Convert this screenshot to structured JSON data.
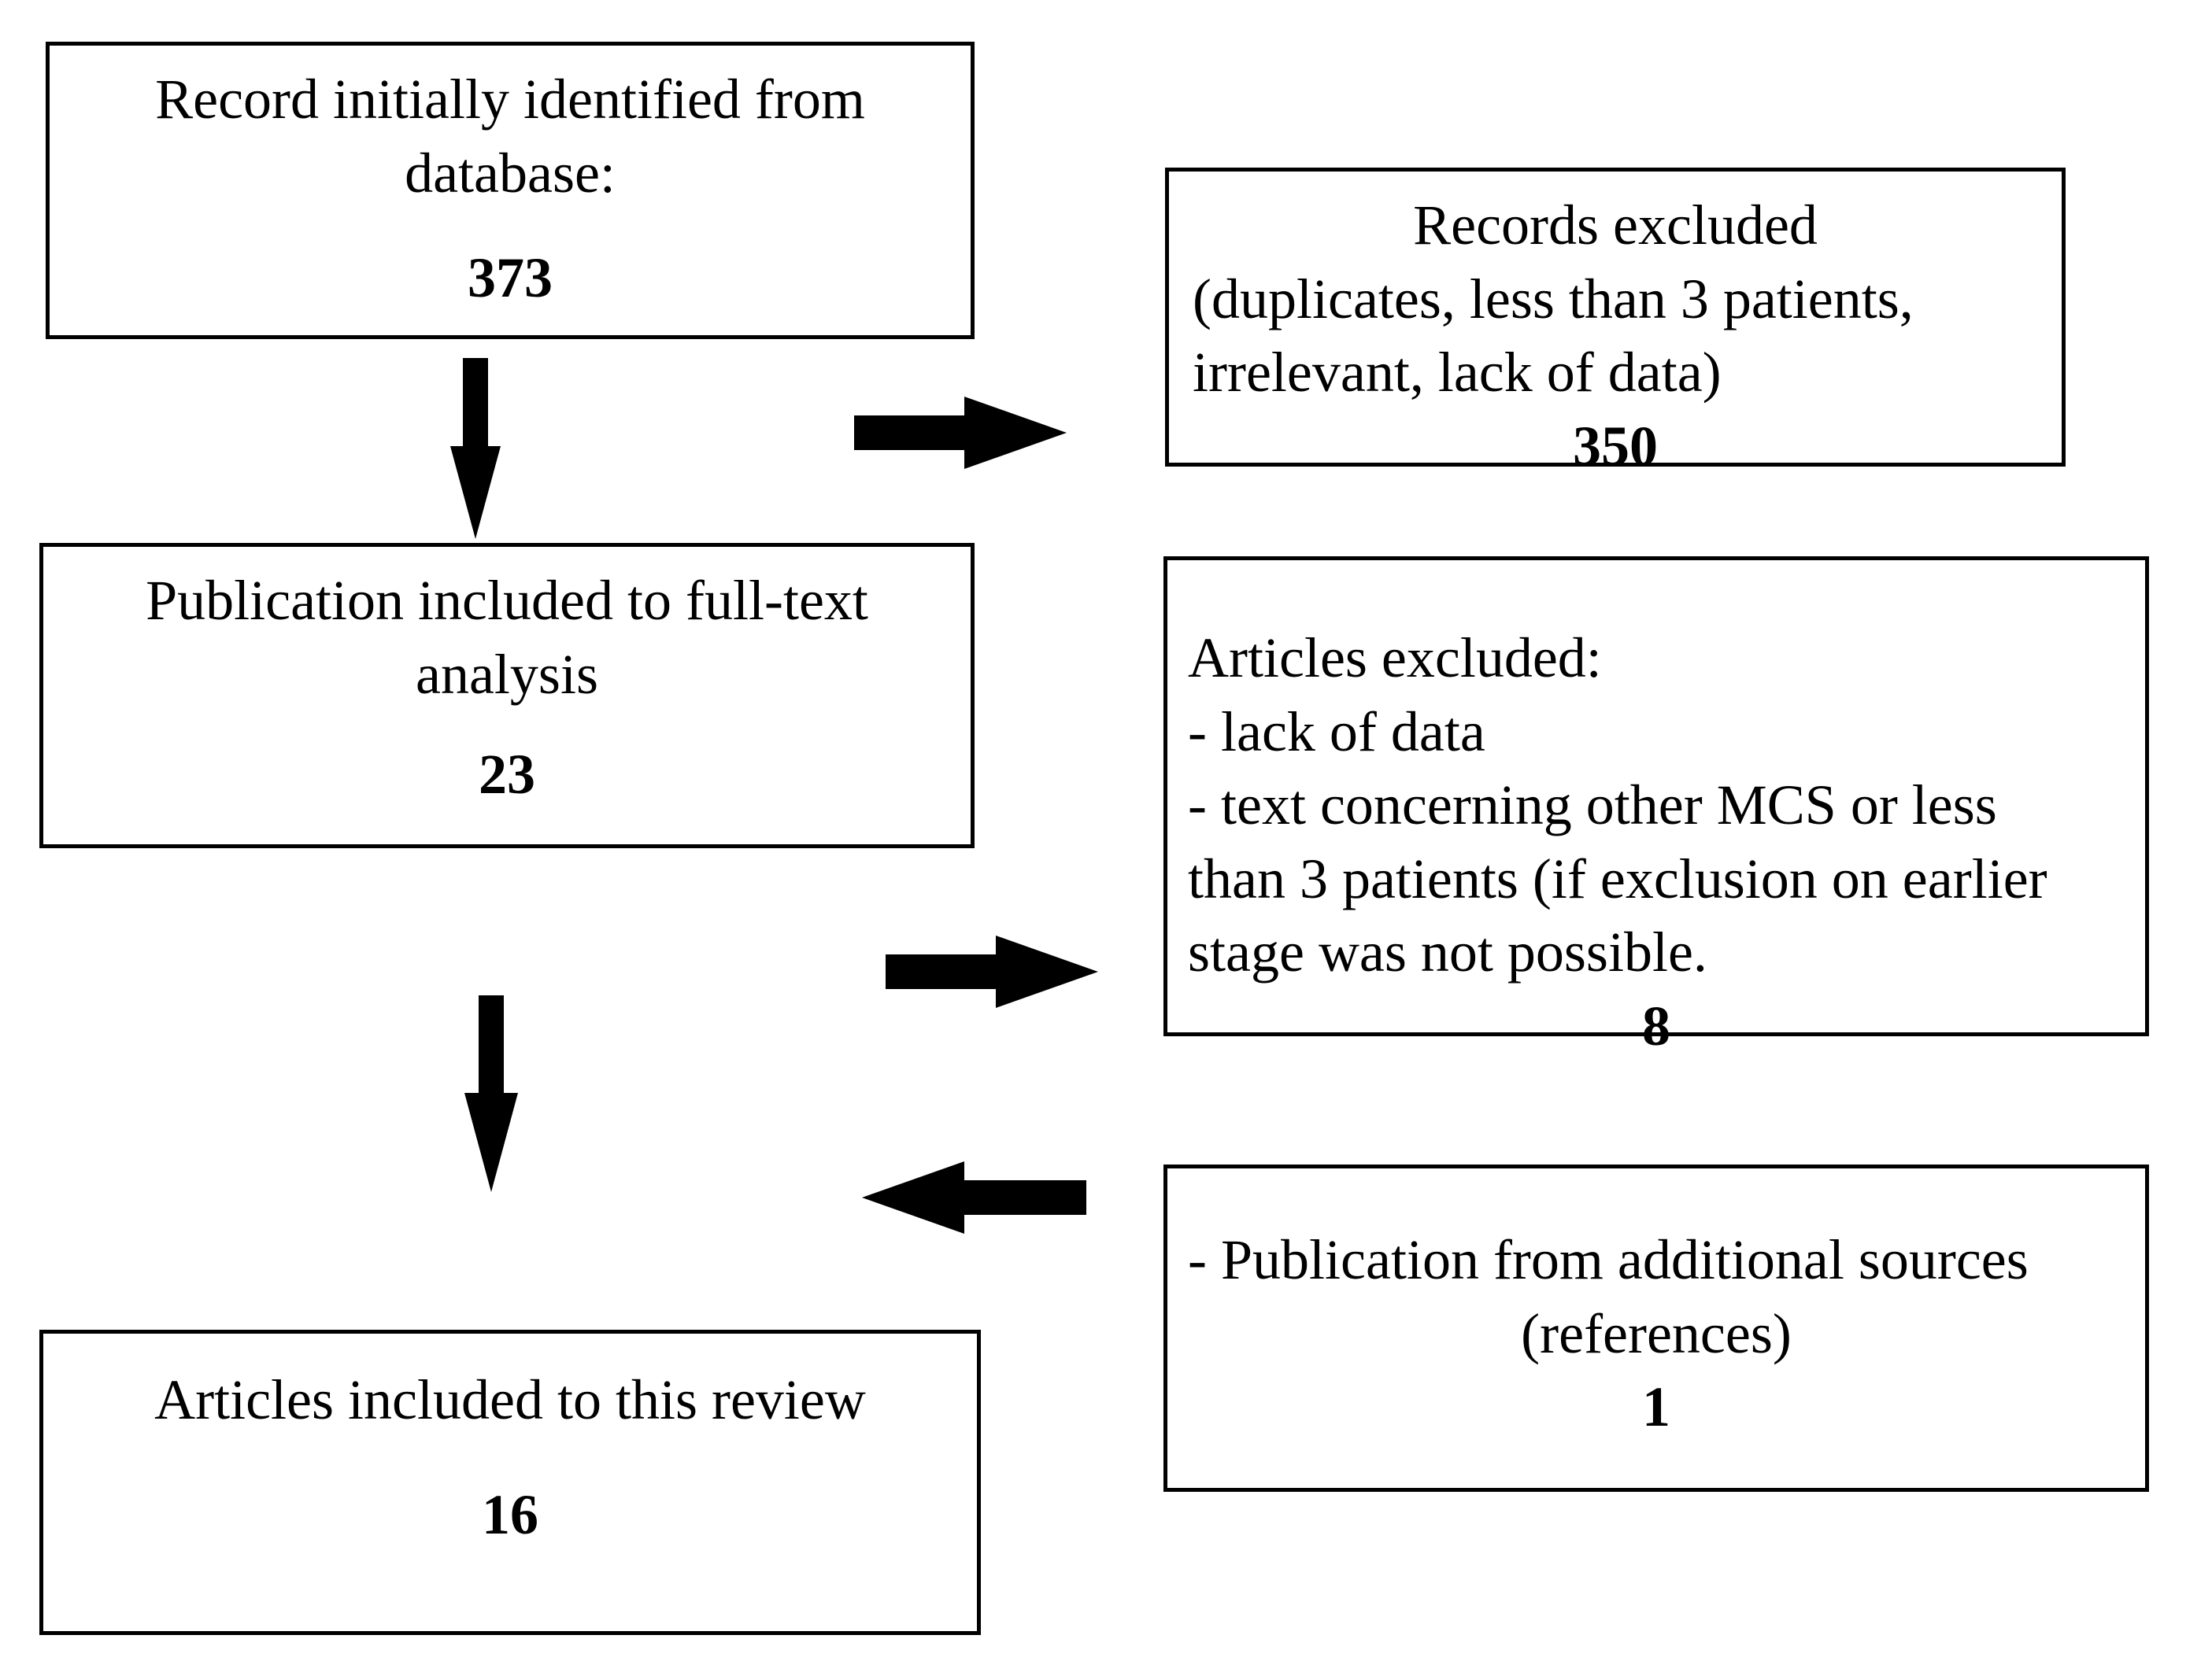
{
  "diagram": {
    "title": "PRISMA study selection flow diagram",
    "stroke_color": "#000000",
    "background_color": "#ffffff",
    "boxes": {
      "records_identified": {
        "line1": "Record initially identified from",
        "line2": "database:",
        "count": "373"
      },
      "records_excluded": {
        "line1": "Records excluded",
        "line2": "(duplicates, less than 3 patients,",
        "line3": "irrelevant, lack of data)",
        "count": "350"
      },
      "publication_fulltext": {
        "line1": "Publication included to full-text",
        "line2": "analysis",
        "count": "23"
      },
      "articles_excluded": {
        "line1": "Articles excluded:",
        "line2": "- lack of data",
        "line3": "- text concerning other MCS or less",
        "line4": "than 3 patients (if exclusion on earlier",
        "line5": "stage was not possible.",
        "count": "8"
      },
      "additional_sources": {
        "line1": "- Publication from additional sources",
        "line2": "(references)",
        "count": "1"
      },
      "articles_included": {
        "line1": "Articles included to this review",
        "count": "16"
      }
    },
    "arrows": [
      {
        "name": "down-arrow-identified-to-fulltext",
        "direction": "down"
      },
      {
        "name": "right-arrow-to-records-excluded",
        "direction": "right"
      },
      {
        "name": "right-arrow-to-articles-excluded",
        "direction": "right"
      },
      {
        "name": "down-arrow-fulltext-to-included",
        "direction": "down"
      },
      {
        "name": "left-arrow-from-additional-sources",
        "direction": "left"
      }
    ]
  }
}
